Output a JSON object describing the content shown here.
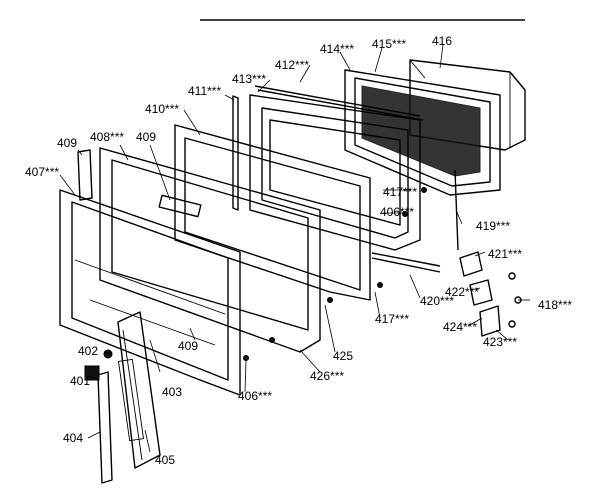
{
  "diagram": {
    "type": "exploded-parts-view",
    "labels": {
      "p401": "401",
      "p402": "402",
      "p403": "403",
      "p404": "404",
      "p405": "405",
      "p406": "406***",
      "p406b": "406***",
      "p407": "407***",
      "p408": "408***",
      "p409a": "409",
      "p409b": "409",
      "p409c": "409",
      "p410": "410***",
      "p411": "411***",
      "p412": "412***",
      "p413": "413***",
      "p414": "414***",
      "p415": "415***",
      "p416": "416",
      "p417a": "417***",
      "p417b": "417***",
      "p418": "418***",
      "p419": "419***",
      "p420": "420***",
      "p421": "421***",
      "p422": "422***",
      "p423": "423***",
      "p424": "424***",
      "p425": "425",
      "p426": "426***"
    }
  }
}
